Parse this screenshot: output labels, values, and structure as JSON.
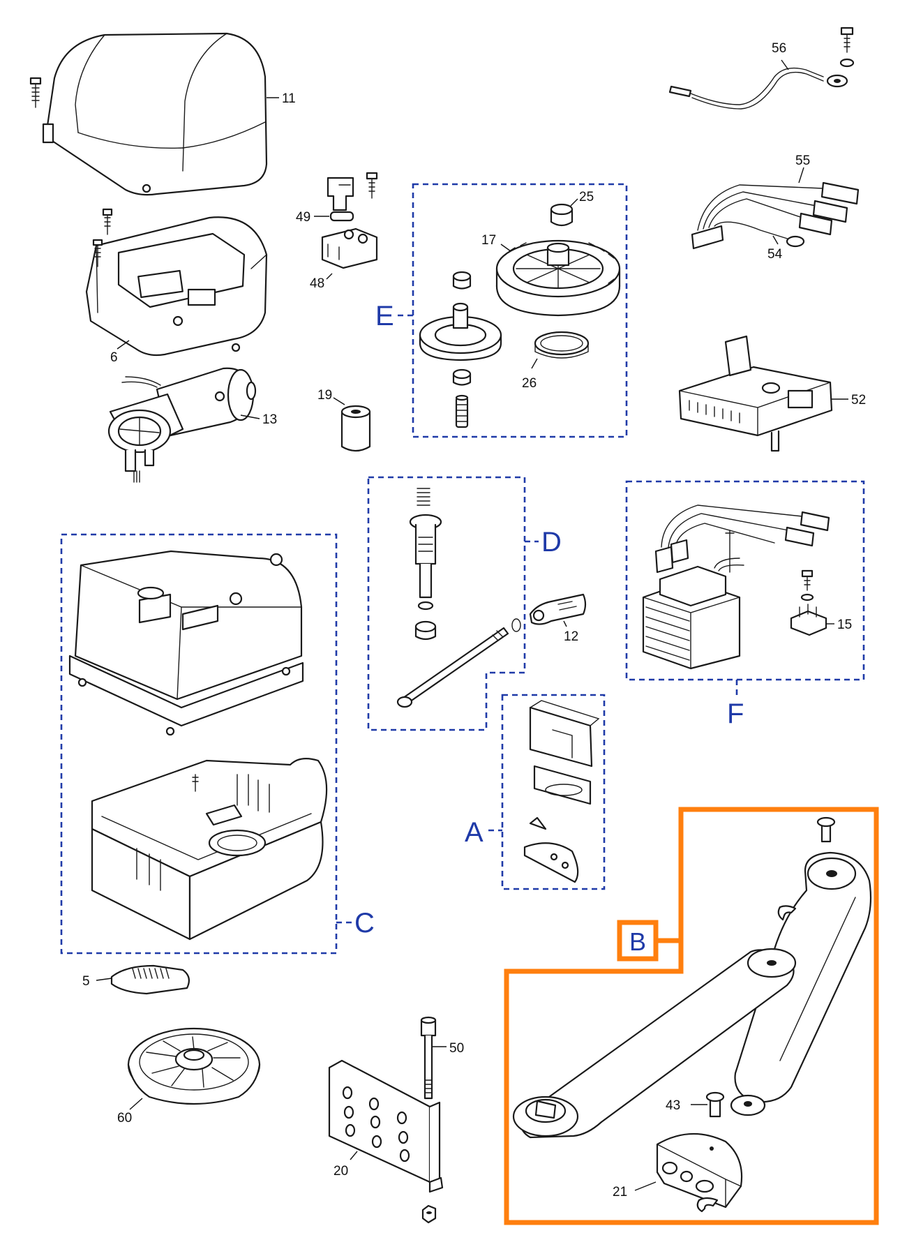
{
  "parts": [
    {
      "id": "p11",
      "label": "11"
    },
    {
      "id": "p6",
      "label": "6"
    },
    {
      "id": "p13",
      "label": "13"
    },
    {
      "id": "p19",
      "label": "19"
    },
    {
      "id": "p48",
      "label": "48"
    },
    {
      "id": "p49",
      "label": "49"
    },
    {
      "id": "p25",
      "label": "25"
    },
    {
      "id": "p17",
      "label": "17"
    },
    {
      "id": "p26",
      "label": "26"
    },
    {
      "id": "p56",
      "label": "56"
    },
    {
      "id": "p55",
      "label": "55"
    },
    {
      "id": "p54",
      "label": "54"
    },
    {
      "id": "p52",
      "label": "52"
    },
    {
      "id": "p12",
      "label": "12"
    },
    {
      "id": "p15",
      "label": "15"
    },
    {
      "id": "p5",
      "label": "5"
    },
    {
      "id": "p60",
      "label": "60"
    },
    {
      "id": "p50",
      "label": "50"
    },
    {
      "id": "p20",
      "label": "20"
    },
    {
      "id": "p43",
      "label": "43"
    },
    {
      "id": "p21",
      "label": "21"
    }
  ],
  "groups": [
    {
      "id": "A",
      "label": "A"
    },
    {
      "id": "B",
      "label": "B"
    },
    {
      "id": "C",
      "label": "C"
    },
    {
      "id": "D",
      "label": "D"
    },
    {
      "id": "E",
      "label": "E"
    },
    {
      "id": "F",
      "label": "F"
    }
  ],
  "colors": {
    "group_outline": "#1f3aa8",
    "highlight_outline": "#ff7f0e",
    "line_art": "#1a1a1a"
  }
}
